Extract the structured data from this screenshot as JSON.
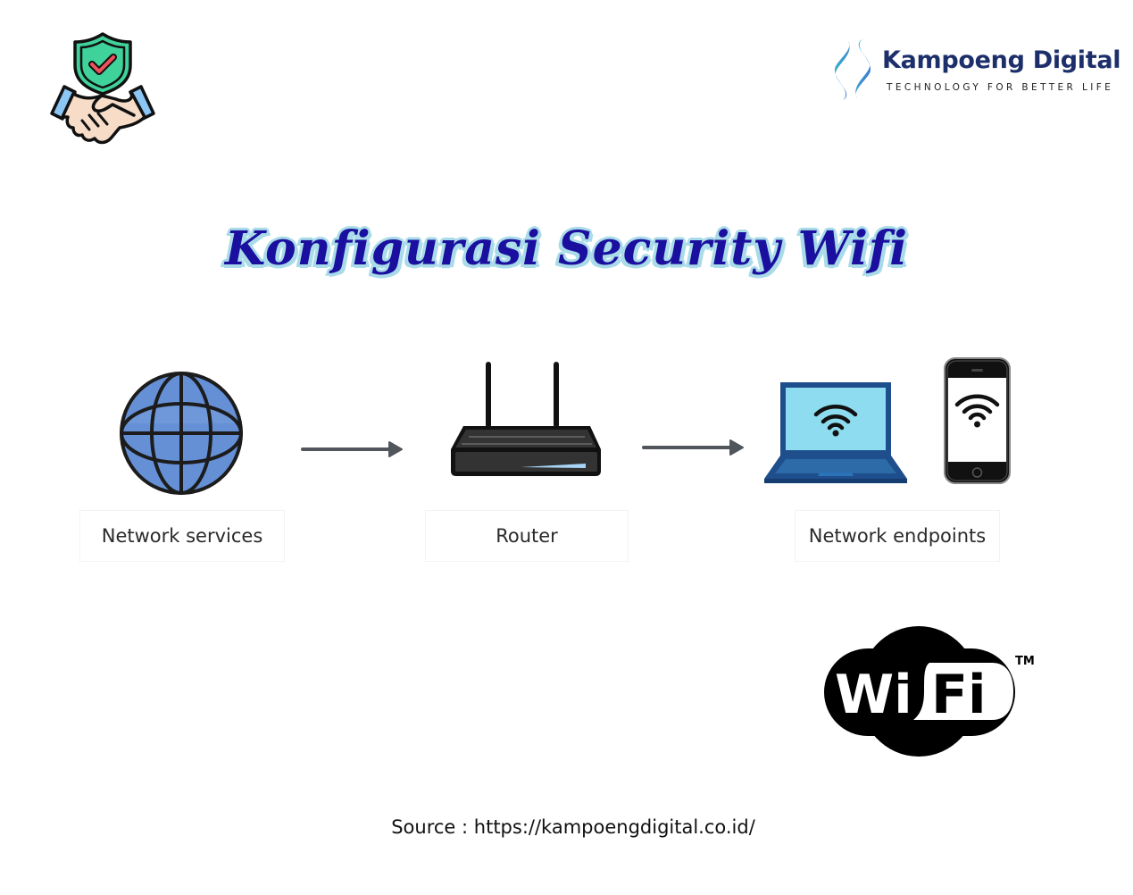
{
  "brand": {
    "name": "Kampoeng Digital",
    "tagline": "TECHNOLOGY FOR BETTER LIFE",
    "colors": {
      "name": "#1d2f6b",
      "mark_teal": "#3cc4c9",
      "mark_blue": "#3a64d6"
    }
  },
  "title": {
    "text": "Konfigurasi Security Wifi",
    "color": "#1a0f9e",
    "outline_color": "#a9dbe9"
  },
  "icons": {
    "top_left": "shield-handshake-icon",
    "nodes": [
      "globe-icon",
      "router-icon",
      "laptop-wifi-icon",
      "phone-wifi-icon"
    ],
    "logo": "wifi-logo"
  },
  "diagram": {
    "nodes": [
      {
        "id": "services",
        "label": "Network services",
        "icon": "globe-icon"
      },
      {
        "id": "router",
        "label": "Router",
        "icon": "router-icon"
      },
      {
        "id": "endpoints",
        "label": "Network endpoints",
        "icon": "laptop-wifi-icon, phone-wifi-icon"
      }
    ],
    "edges": [
      {
        "from": "services",
        "to": "router"
      },
      {
        "from": "router",
        "to": "endpoints"
      }
    ]
  },
  "wifi_logo": {
    "left": "Wi",
    "right": "Fi",
    "trademark": "TM"
  },
  "source": {
    "text": "Source : https://kampoengdigital.co.id/"
  }
}
